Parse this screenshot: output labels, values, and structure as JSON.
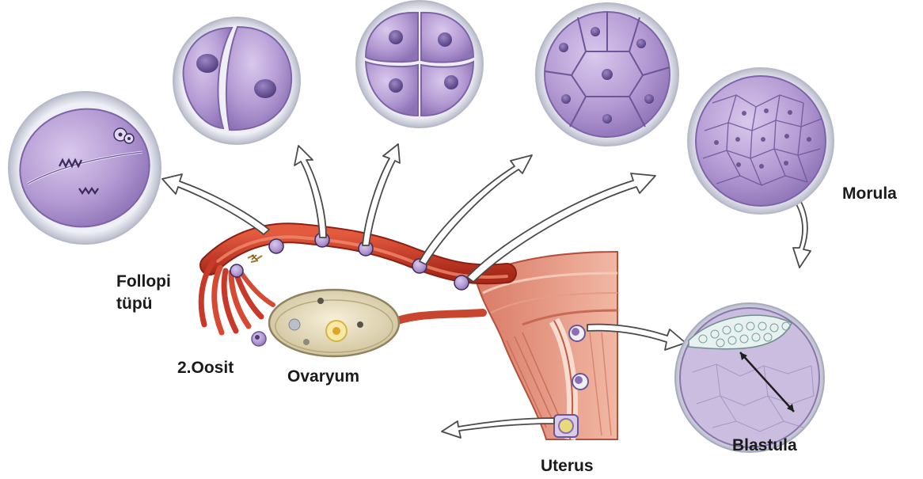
{
  "labels": {
    "follopi_line1": "Follopi",
    "follopi_line2": "tüpü",
    "oosit": "2.Oosit",
    "ovaryum": "Ovaryum",
    "morula": "Morula",
    "blastula": "Blastula",
    "uterus": "Uterus"
  },
  "colors": {
    "cell_fill": "#b9a0d6",
    "cell_dark": "#8a6fb3",
    "nucleus": "#5a4485",
    "tube": "#c93a24",
    "tissue": "#e8a48c",
    "ovary": "#ece3c4"
  }
}
